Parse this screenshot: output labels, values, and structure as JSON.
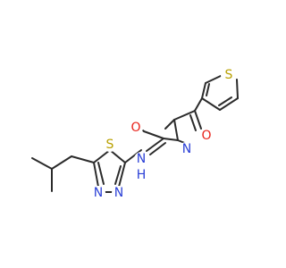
{
  "colors": {
    "carbon_bond": "#2b2b2b",
    "sulfur": "#b8a000",
    "nitrogen": "#2a3fd6",
    "oxygen": "#e8231b"
  },
  "atoms": {
    "S_thiophene": "S",
    "O_isoxazole": "O",
    "N_isoxazole": "N",
    "O_carbonyl": "O",
    "N_amide": "N",
    "H_amide": "H",
    "S_thiadiazole": "S",
    "N_thiadiazole_1": "N",
    "N_thiadiazole_2": "N"
  }
}
